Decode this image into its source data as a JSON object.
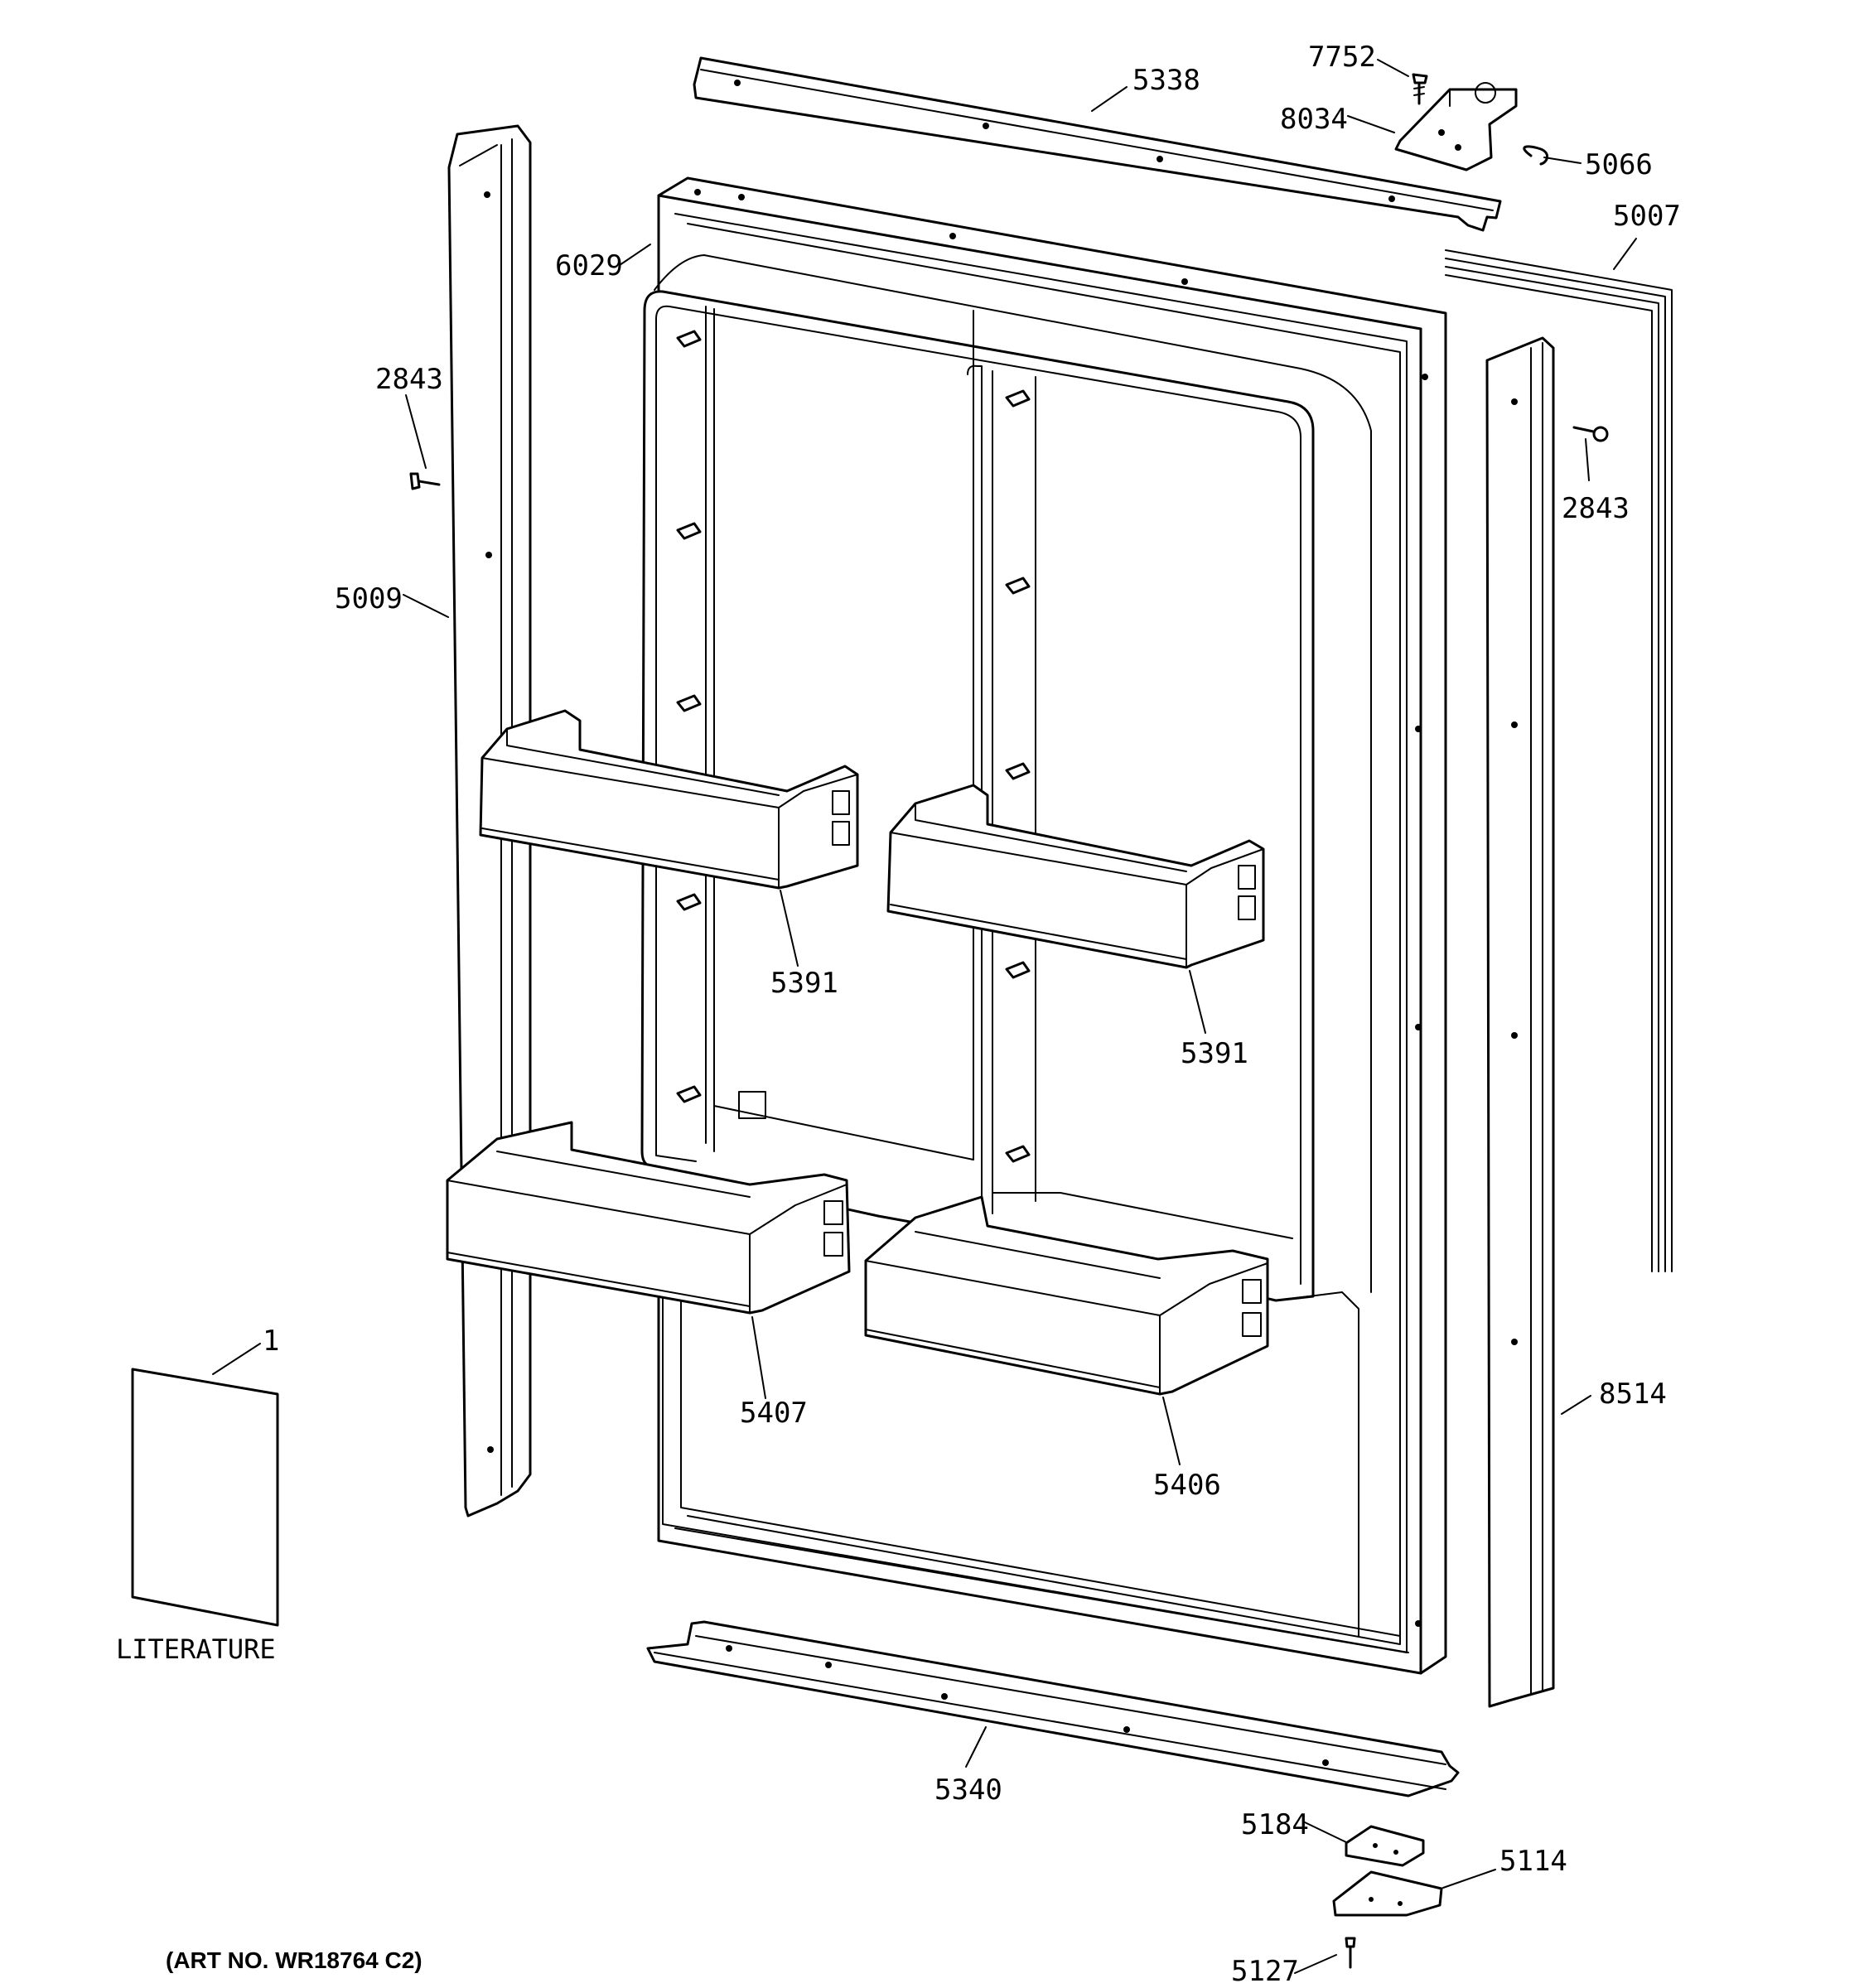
{
  "diagram": {
    "callouts": [
      {
        "id": "c7752",
        "text": "7752"
      },
      {
        "id": "c5338",
        "text": "5338"
      },
      {
        "id": "c8034",
        "text": "8034"
      },
      {
        "id": "c5066",
        "text": "5066"
      },
      {
        "id": "c5007",
        "text": "5007"
      },
      {
        "id": "c6029",
        "text": "6029"
      },
      {
        "id": "c2843a",
        "text": "2843"
      },
      {
        "id": "c2843b",
        "text": "2843"
      },
      {
        "id": "c5009",
        "text": "5009"
      },
      {
        "id": "c5391a",
        "text": "5391"
      },
      {
        "id": "c5391b",
        "text": "5391"
      },
      {
        "id": "c5407",
        "text": "5407"
      },
      {
        "id": "c5406",
        "text": "5406"
      },
      {
        "id": "c8514",
        "text": "8514"
      },
      {
        "id": "c1",
        "text": "1"
      },
      {
        "id": "c5340",
        "text": "5340"
      },
      {
        "id": "c5184",
        "text": "5184"
      },
      {
        "id": "c5114",
        "text": "5114"
      },
      {
        "id": "c5127",
        "text": "5127"
      }
    ],
    "literature_label": "LITERATURE",
    "art_number": "(ART NO. WR18764 C2)"
  }
}
